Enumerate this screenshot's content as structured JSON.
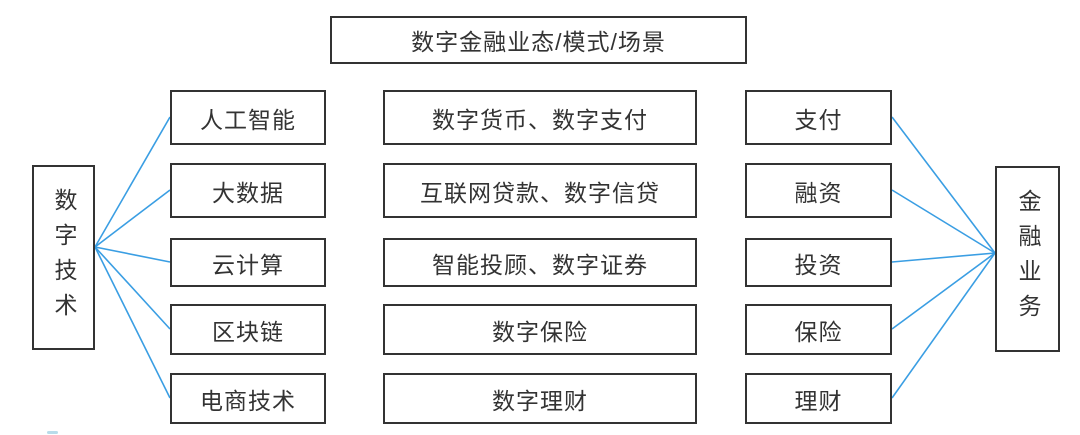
{
  "diagram": {
    "title": "数字金融业态/模式/场景",
    "left_node": {
      "label": "数字技术"
    },
    "right_node": {
      "label": "金融业务"
    },
    "tech_items": [
      "人工智能",
      "大数据",
      "云计算",
      "区块链",
      "电商技术"
    ],
    "scene_items": [
      "数字货币、数字支付",
      "互联网贷款、数字信贷",
      "智能投顾、数字证券",
      "数字保险",
      "数字理财"
    ],
    "business_items": [
      "支付",
      "融资",
      "投资",
      "保险",
      "理财"
    ],
    "colors": {
      "connector": "#3a9ee3",
      "box_border": "#333333",
      "text": "#333333",
      "background": "#ffffff",
      "stray_mark": "#b8dcea"
    }
  }
}
